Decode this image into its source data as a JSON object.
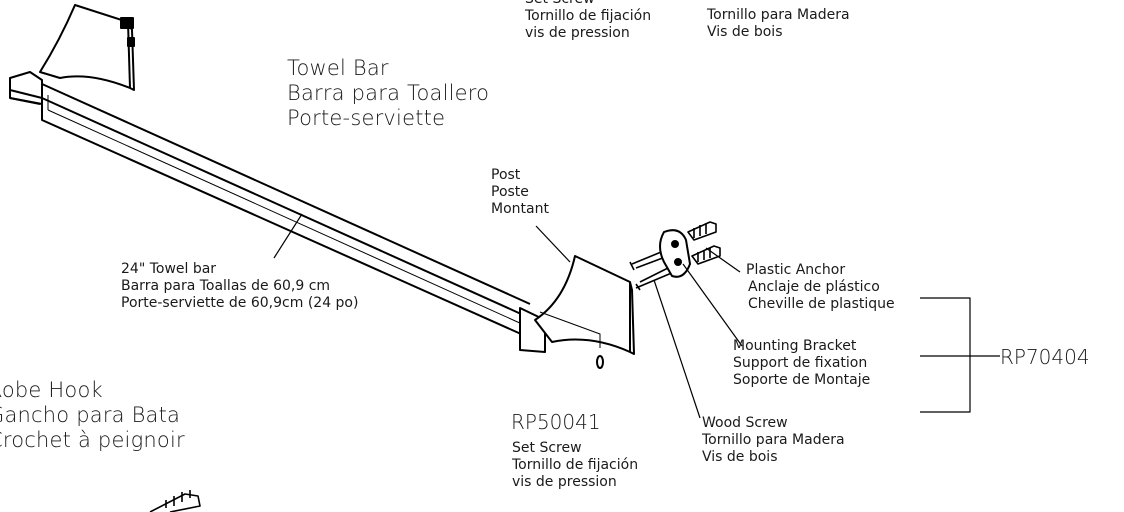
{
  "top_partial": {
    "set_screw": [
      "Set Screw",
      "Tornillo de fijación",
      "vis de pression"
    ],
    "wood_screw": [
      "Tornillo para Madera",
      "Vis de bois"
    ]
  },
  "towel_bar": [
    "Towel Bar",
    "Barra para Toallero",
    "Porte-serviette"
  ],
  "post": [
    "Post",
    "Poste",
    "Montant"
  ],
  "bar_24": [
    "24\" Towel bar",
    "Barra para Toallas de 60,9 cm",
    "Porte-serviette de 60,9cm (24 po)"
  ],
  "plastic_anchor": [
    "Plastic Anchor",
    "Anclaje de plástico",
    "Cheville de plastique"
  ],
  "mounting_bracket": [
    "Mounting Bracket",
    "Support de fixation",
    "Soporte de Montaje"
  ],
  "kit_part": "RP70404",
  "set_screw_part": "RP50041",
  "set_screw": [
    "Set Screw",
    "Tornillo de fijación",
    "vis de pression"
  ],
  "wood_screw": [
    "Wood Screw",
    "Tornillo para Madera",
    "Vis de bois"
  ],
  "robe_hook": [
    "Robe Hook",
    "Gancho para Bata",
    "Crochet à peignoir"
  ]
}
